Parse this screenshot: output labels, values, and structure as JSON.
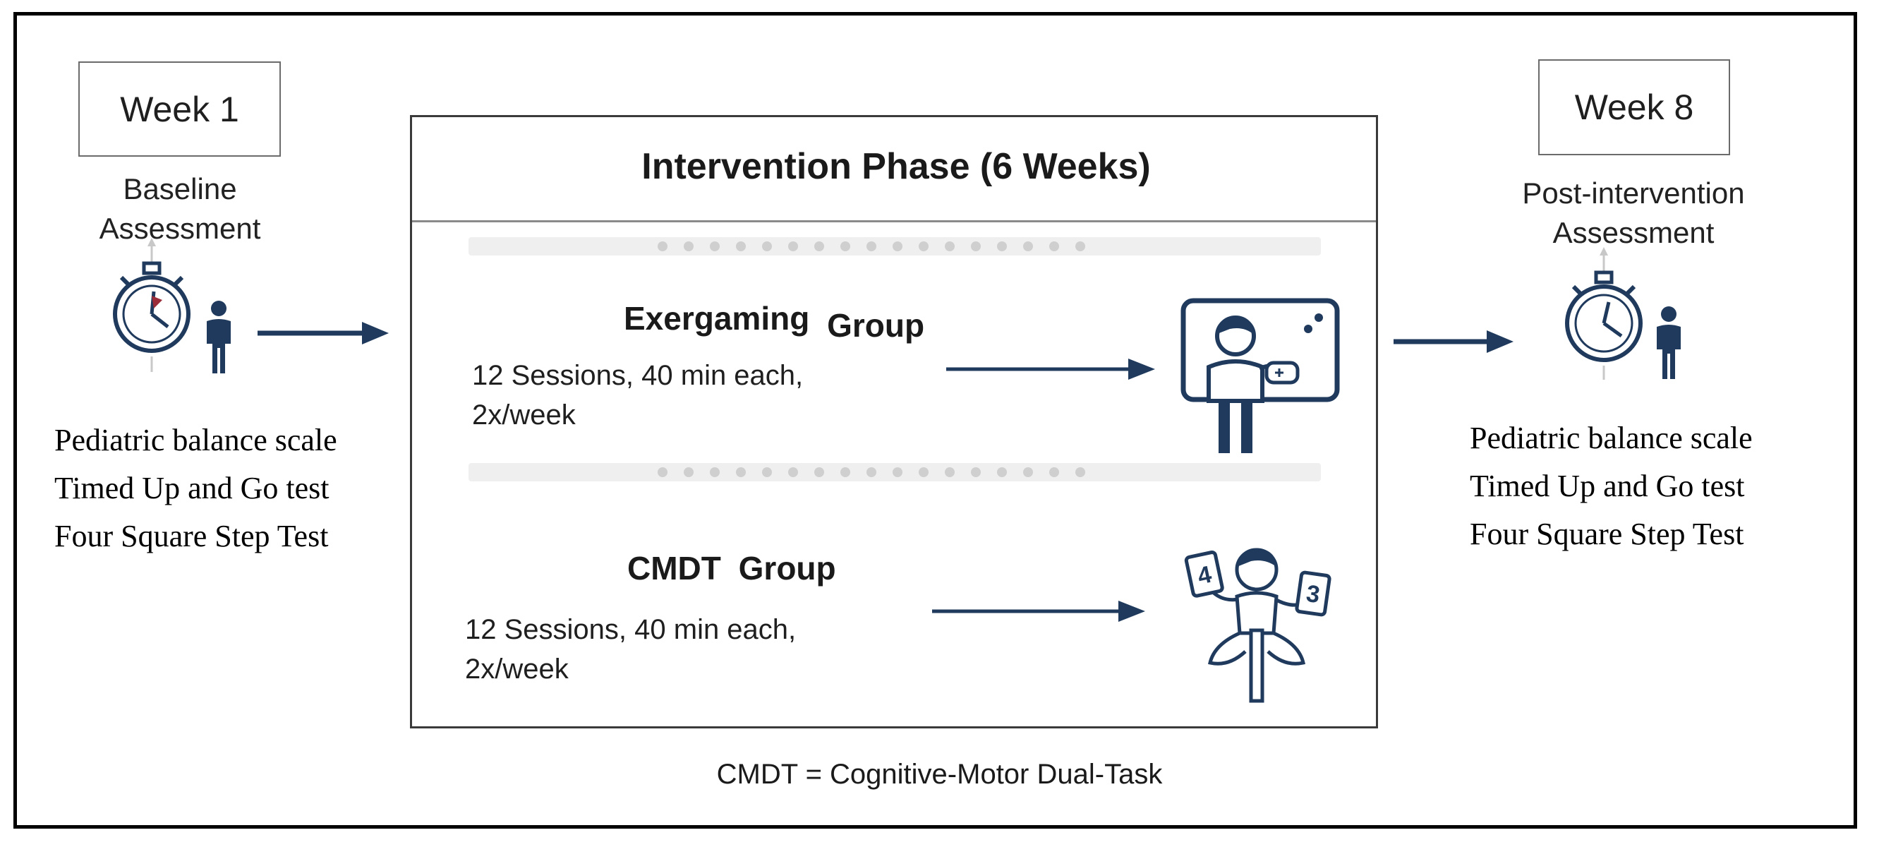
{
  "left": {
    "week_label": "Week 1",
    "caption_line1": "Baseline",
    "caption_line2": "Assessment",
    "tests": [
      "Pediatric balance scale",
      "Timed Up and Go test",
      "Four Square Step Test"
    ]
  },
  "right": {
    "week_label": "Week 8",
    "caption_line1": "Post-intervention",
    "caption_line2": "Assessment",
    "tests": [
      "Pediatric balance scale",
      "Timed Up and Go test",
      "Four Square Step Test"
    ]
  },
  "phase": {
    "title": "Intervention Phase (6 Weeks)",
    "groups": [
      {
        "title_part1": "Exergaming",
        "title_part2": "Group",
        "sessions_line1": "12 Sessions, 40 min each,",
        "sessions_line2": "2x/week"
      },
      {
        "title_part1": "CMDT",
        "title_part2": "Group",
        "sessions_line1": "12 Sessions, 40 min each,",
        "sessions_line2": "2x/week"
      }
    ],
    "card_numbers": [
      "4",
      "3"
    ]
  },
  "footnote": "CMDT = Cognitive-Motor Dual-Task",
  "colors": {
    "navy": "#1f3a5c",
    "frame": "#000000",
    "band": "#efefef",
    "dot": "#cfcfcf"
  }
}
